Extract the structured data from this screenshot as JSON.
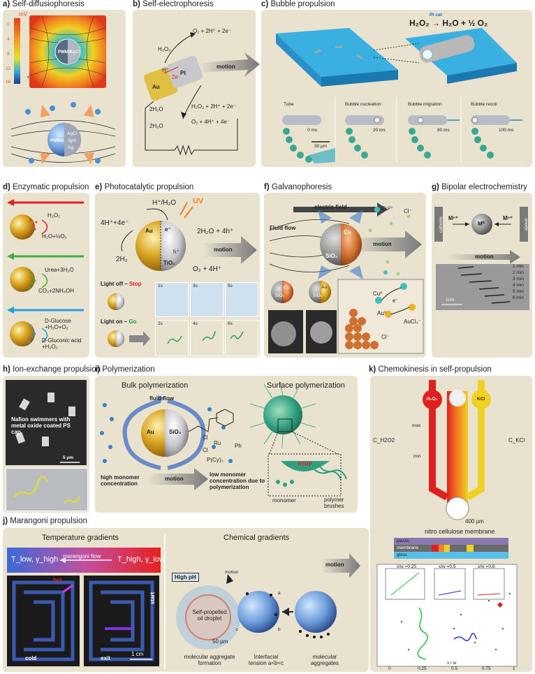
{
  "panels": {
    "a": {
      "label": "a)",
      "title": "Self-diffusiophoresis",
      "scale_unit": "mV",
      "scale_ticks": [
        "0",
        "4",
        "8",
        "12",
        "16"
      ],
      "y_axis": "Y",
      "inner": [
        "PMMA",
        "AgCl"
      ],
      "inner2": [
        "PMMA",
        "AgCl",
        "light",
        "Ag"
      ]
    },
    "b": {
      "label": "b)",
      "title": "Self-electrophoresis",
      "top_reaction": "O₂ + 2H⁺ + 2e⁻",
      "h2o2": "H₂O₂",
      "hplus": "H⁺",
      "electron": "2e⁻",
      "pt": "Pt",
      "au": "Au",
      "motion": "motion",
      "right_reaction1": "H₂O₂ + 2H⁺ + 2e⁻",
      "right_reaction2": "O₂ + 4H⁺ + 4e⁻",
      "water1": "2H₂O",
      "water2": "2H₂O"
    },
    "c": {
      "label": "c)",
      "title": "Bubble propulsion",
      "equation": "H₂O₂ → H₂O + ½ O₂",
      "catalyst": "Pt cat",
      "steps": [
        "Tube",
        "Bubble nucleation",
        "Bubble migration",
        "Bubble recoil"
      ],
      "times": [
        "0 ms",
        "20 ms",
        "80 ms",
        "100 ms"
      ],
      "scale": "30 μm"
    },
    "d": {
      "label": "d)",
      "title": "Enzymatic propulsion",
      "r1_in": "H₂O₂",
      "r1_out": "H₂O+½O₂",
      "r2_in": "Urea+3H₂O",
      "r2_out": "CO₂+2NH₄OH",
      "r3_in": "D-Glucose +H₂O+O₂",
      "r3_out": "D-Gluconic acid +H₂O₂"
    },
    "e": {
      "label": "e)",
      "title": "Photocatalytic propulsion",
      "top": "H⁺/H₂O",
      "uv": "UV",
      "left": "4H⁺+4e⁻",
      "h2": "2H₂",
      "au": "Au",
      "tio2": "TiO₂",
      "eminus": "e⁻",
      "hplus": "h⁺",
      "right1": "2H₂O + 4h⁺",
      "right2": "O₂ + 4H⁺",
      "motion": "motion",
      "light_off": "Light off",
      "stop": "Stop",
      "light_on": "Light on",
      "go": "Go",
      "off_times": [
        "1s",
        "3s",
        "5s"
      ],
      "on_times": [
        "2s",
        "4s",
        "6s"
      ]
    },
    "f": {
      "label": "f)",
      "title": "Galvanophoresis",
      "field": "electric field",
      "flow": "Fluid flow",
      "cu2": "Cu²⁺",
      "cl": "Cl⁻",
      "cu": "Cu",
      "sio2": "SiO₂",
      "motion": "motion",
      "cu0": "Cu⁰",
      "au0": "Au⁰",
      "aucl4": "AuCl₄⁻",
      "eminus": "e⁻",
      "cl2": "Cl⁻",
      "mini1": [
        "Cu",
        "SiO₂"
      ],
      "mini2": [
        "Au",
        "SiO₂"
      ]
    },
    "g": {
      "label": "g)",
      "title": "Bipolar electrochemistry",
      "cathode": "cathode",
      "anode": "anode",
      "mn_left": "Mⁿ⁺",
      "mn_right": "Mⁿ⁺",
      "m0": "M⁰",
      "motion": "motion",
      "times": [
        "1 min",
        "2 min",
        "3 min",
        "4 min",
        "5 min",
        "6 min"
      ],
      "scale": "1cm"
    },
    "h": {
      "label": "h)",
      "title": "Ion-exchange propulsion",
      "caption": "Nafion swimmers with metal oxide coated PS cap",
      "scale": "5 μm"
    },
    "i": {
      "label": "i)",
      "title": "Polymerization",
      "bulk": "Bulk polymerization",
      "surface": "Surface polymerization",
      "flow": "fluid flow",
      "au": "Au",
      "sio2": "SiO₂",
      "high": "high monomer concentration",
      "motion": "motion",
      "low": "low monomer concentration due to polymerization",
      "ru": "Ru",
      "cl1": "Cl",
      "cl2": "Cl",
      "pcy": "P(Cy)₃",
      "ph": "Ph",
      "atrp": "ATRP",
      "monomer": "monomer",
      "brushes": "polymer brushes"
    },
    "j": {
      "label": "j)",
      "title": "Marangoni propulsion",
      "temp": "Temperature gradients",
      "chem": "Chemical gradients",
      "tlow": "T_low, γ_high",
      "flow": "marangoni flow",
      "thigh": "T_high, γ_low",
      "hot": "hot",
      "cold": "cold",
      "exit": "exit",
      "start": "start",
      "scale": "1 cm",
      "highph": "High pH",
      "motion": "motion",
      "droplet": "Self-propelled oil droplet",
      "scale2": "50 μm",
      "cap1": "molecular aggregate formation",
      "cap2": "Interfacial tension a<b<c",
      "cap3": "molecular aggregates",
      "a": "a",
      "b": "b",
      "c": "c",
      "motion2": "motion"
    },
    "k": {
      "label": "k)",
      "title": "Chemokinesis in self-propulsion",
      "h2o2": "H₂O₂",
      "kcl": "KCl",
      "ch2o2": "C_H2O2",
      "ckcl": "C_KCl",
      "max": "max",
      "min": "min",
      "width": "400 μm",
      "membrane": "nitro cellulose membrane",
      "layers": [
        "plastic",
        "membrane",
        "glass"
      ],
      "xaxis": "x / w",
      "xticks": [
        "0",
        "0.25",
        "0.5",
        "0.75",
        "1"
      ],
      "insets": [
        "x/w =0.25",
        "x/w =0.5",
        "x/w =0.8"
      ]
    }
  },
  "colors": {
    "panel": "#e8e2cf",
    "gold": "#d9a520",
    "blue": "#4a90d0",
    "red": "#e02020",
    "green": "#40b050",
    "teal": "#3aa890",
    "gray": "#888888"
  }
}
